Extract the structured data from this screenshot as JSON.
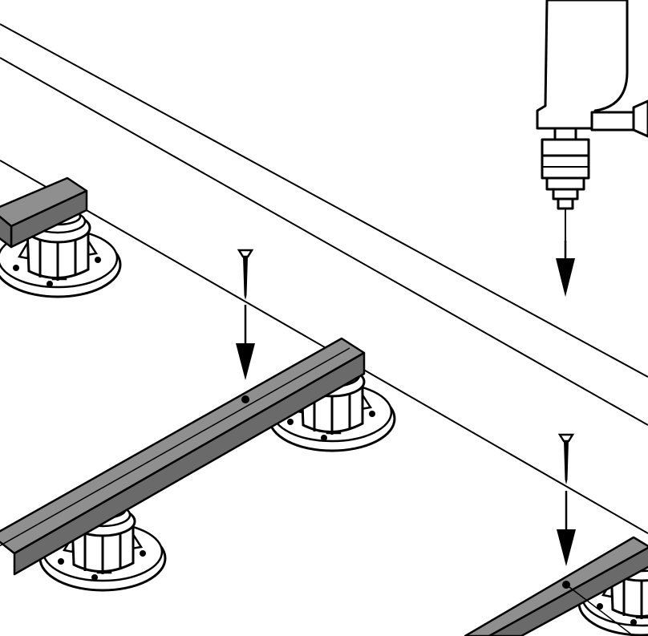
{
  "diagram": {
    "kind": "assembly-instruction-illustration",
    "steps": [
      "place-joist-on-pedestals",
      "insert-screw",
      "drill-down"
    ],
    "colors": {
      "background": "#ffffff",
      "line": "#000000",
      "joist_top": "#8f8f8f",
      "joist_side": "#6a6a6a",
      "pedestal_fill": "#ffffff"
    },
    "icons": [
      "screw-icon",
      "down-arrow-icon",
      "power-drill-icon",
      "pedestal-icon",
      "joist-icon"
    ]
  }
}
